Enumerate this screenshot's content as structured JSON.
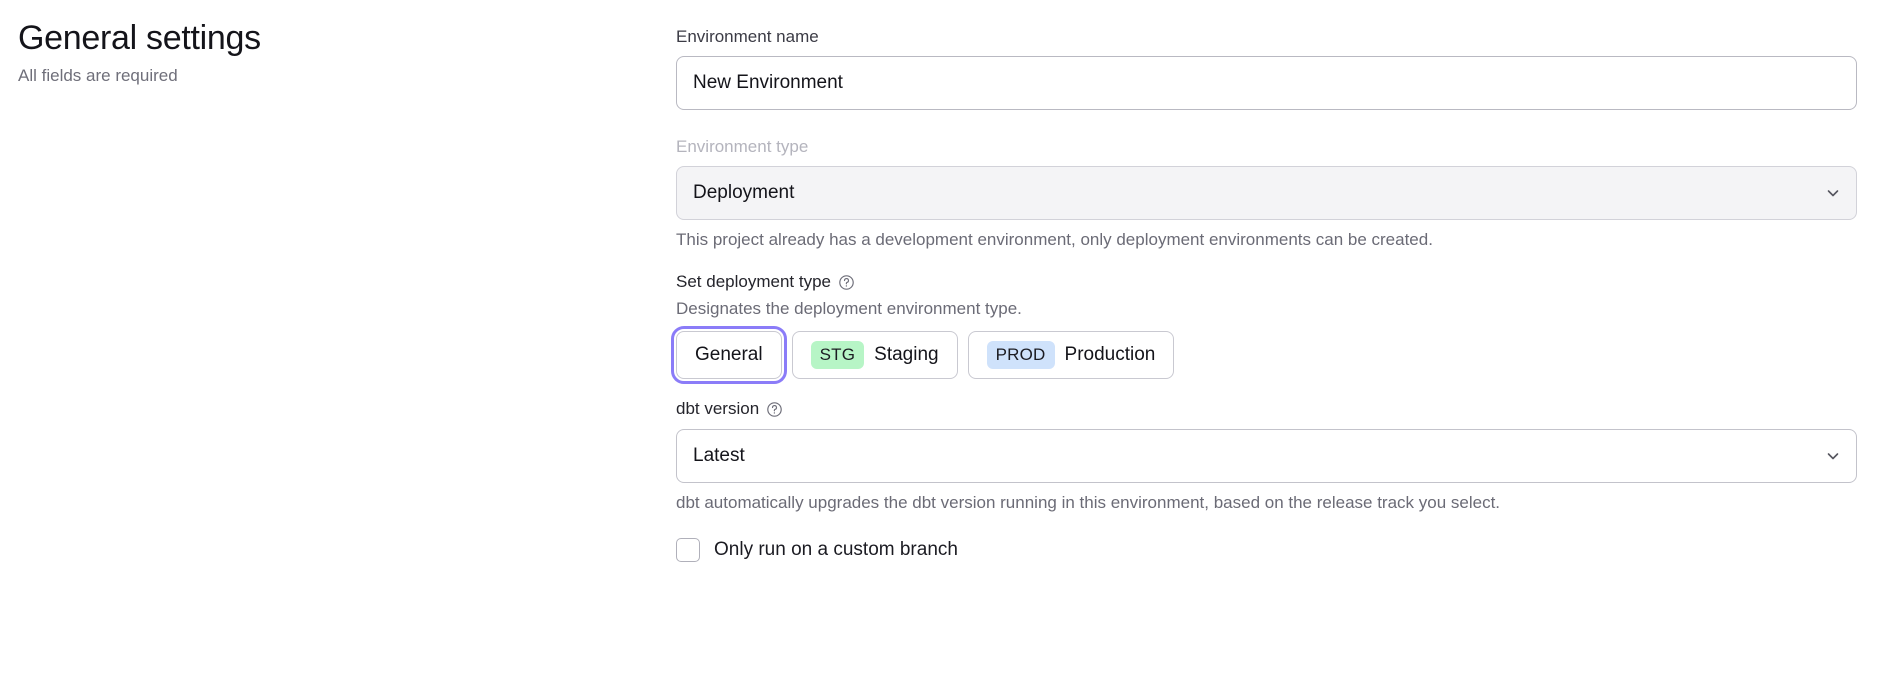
{
  "left": {
    "title": "General settings",
    "subtitle": "All fields are required"
  },
  "form": {
    "environment_name": {
      "label": "Environment name",
      "value": "New Environment",
      "placeholder": "Environment name"
    },
    "environment_type": {
      "label": "Environment type",
      "value": "Deployment",
      "disabled": true,
      "helper_text": "This project already has a development environment, only deployment environments can be created.",
      "chevron_icon": "chevron-down-icon"
    },
    "deployment_type": {
      "label": "Set deployment type",
      "help_icon": "question-circle-icon",
      "description": "Designates the deployment environment type.",
      "options": [
        {
          "id": "general",
          "badge": "",
          "label": "General",
          "focused": true
        },
        {
          "id": "staging",
          "badge": "STG",
          "label": "Staging",
          "focused": false
        },
        {
          "id": "production",
          "badge": "PROD",
          "label": "Production",
          "focused": false
        }
      ]
    },
    "dbt_version": {
      "label": "dbt version",
      "help_icon": "question-circle-icon",
      "value": "Latest",
      "helper_text": "dbt automatically upgrades the dbt version running in this environment, based on the release track you select.",
      "chevron_icon": "chevron-down-icon"
    },
    "custom_branch": {
      "label": "Only run on a custom branch",
      "checked": false
    }
  },
  "colors": {
    "focus_ring": "#8b7cf8",
    "badge_stg_bg": "#b7f5c6",
    "badge_prod_bg": "#cfe2fb",
    "disabled_bg": "#f4f4f6",
    "border": "#c3c3cb",
    "text": "#14141a",
    "muted_text": "#6b6b76"
  }
}
